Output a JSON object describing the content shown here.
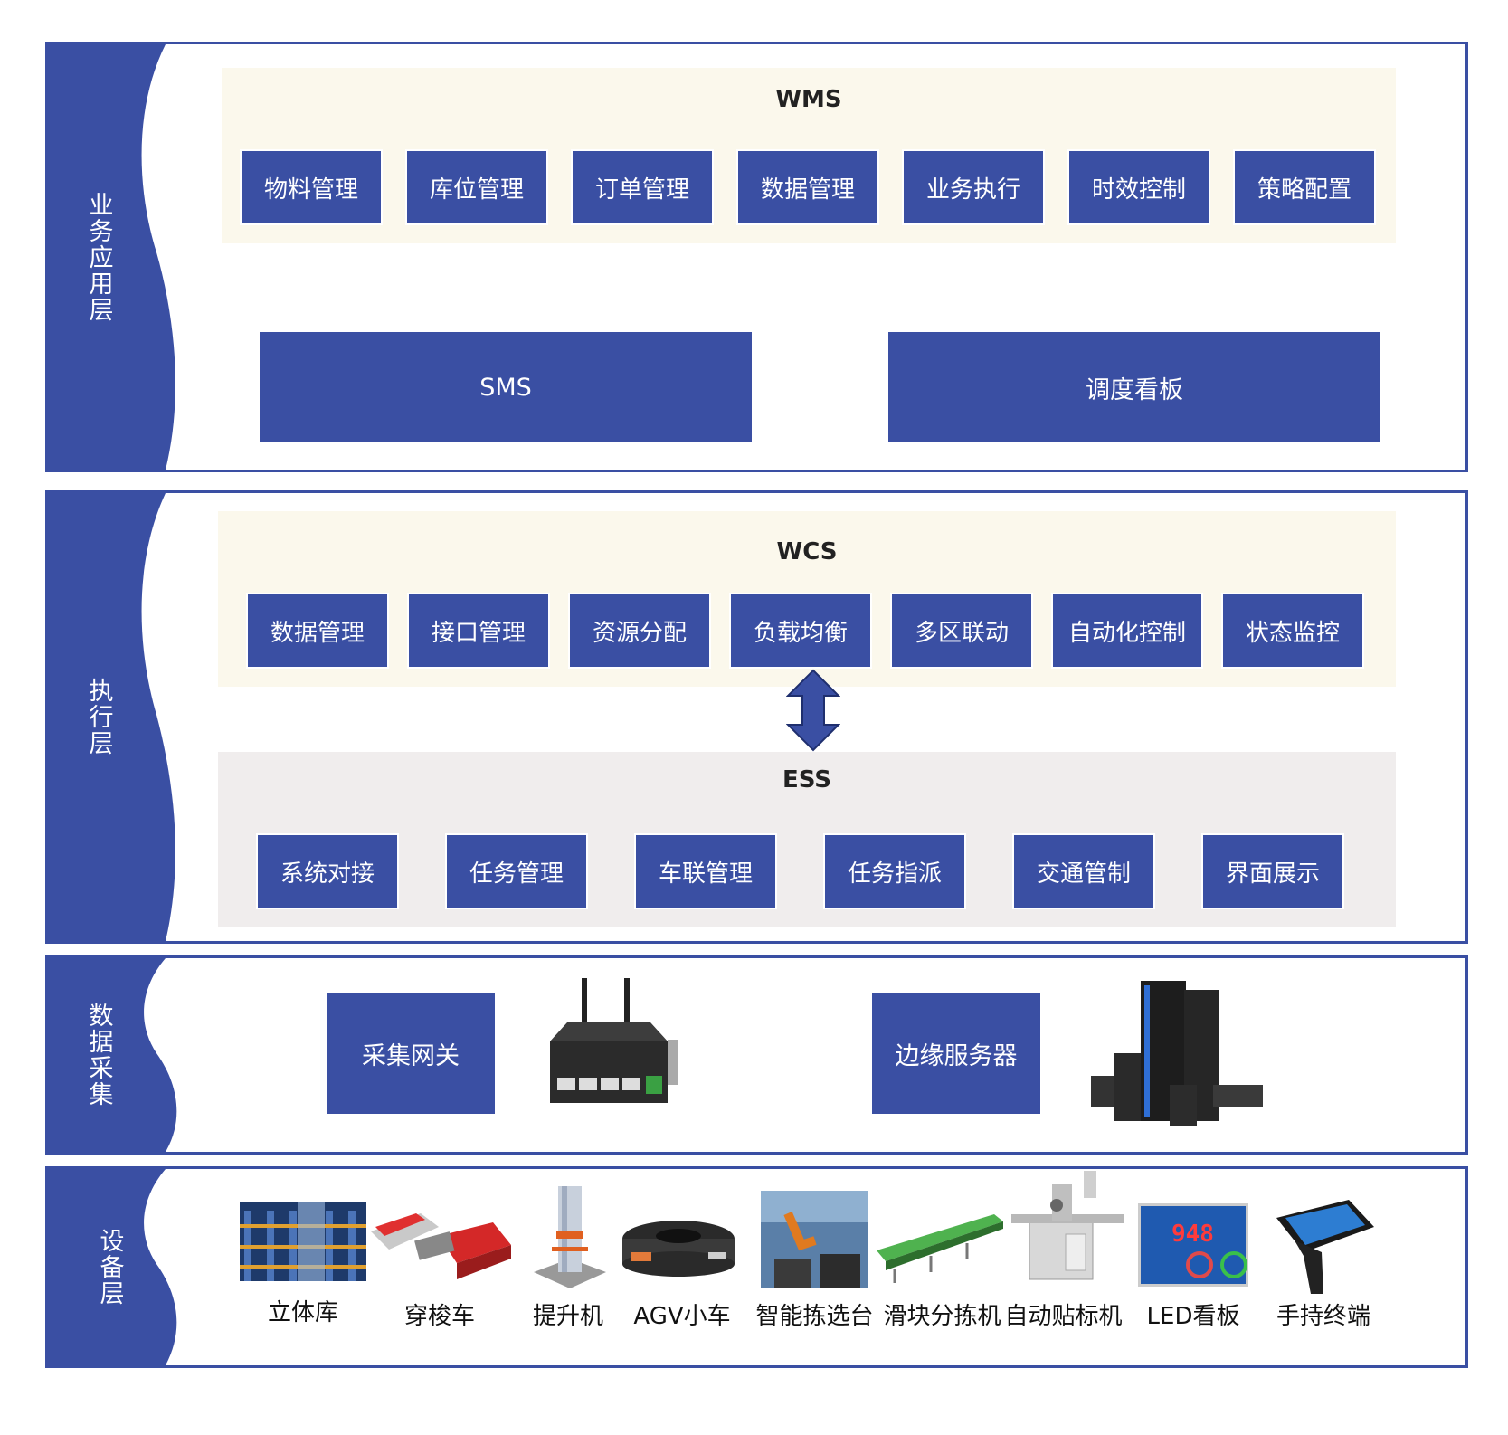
{
  "colors": {
    "primary": "#3a4fa3",
    "cream": "#fbf8ec",
    "grey": "#f0eded"
  },
  "layers": {
    "business": {
      "title": "业务应用层",
      "wms": {
        "title": "WMS",
        "modules": [
          "物料管理",
          "库位管理",
          "订单管理",
          "数据管理",
          "业务执行",
          "时效控制",
          "策略配置"
        ]
      },
      "sms": "SMS",
      "dashboard": "调度看板"
    },
    "execution": {
      "title": "执行层",
      "wcs": {
        "title": "WCS",
        "modules": [
          "数据管理",
          "接口管理",
          "资源分配",
          "负载均衡",
          "多区联动",
          "自动化控制",
          "状态监控"
        ]
      },
      "ess": {
        "title": "ESS",
        "modules": [
          "系统对接",
          "任务管理",
          "车联管理",
          "任务指派",
          "交通管制",
          "界面展示"
        ]
      }
    },
    "data": {
      "title": "数据采集",
      "gateway": "采集网关",
      "edge_server": "边缘服务器"
    },
    "device": {
      "title": "设备层",
      "items": [
        "立体库",
        "穿梭车",
        "提升机",
        "AGV小车",
        "智能拣选台",
        "滑块分拣机",
        "自动贴标机",
        "LED看板",
        "手持终端"
      ],
      "led_display": "948"
    }
  }
}
